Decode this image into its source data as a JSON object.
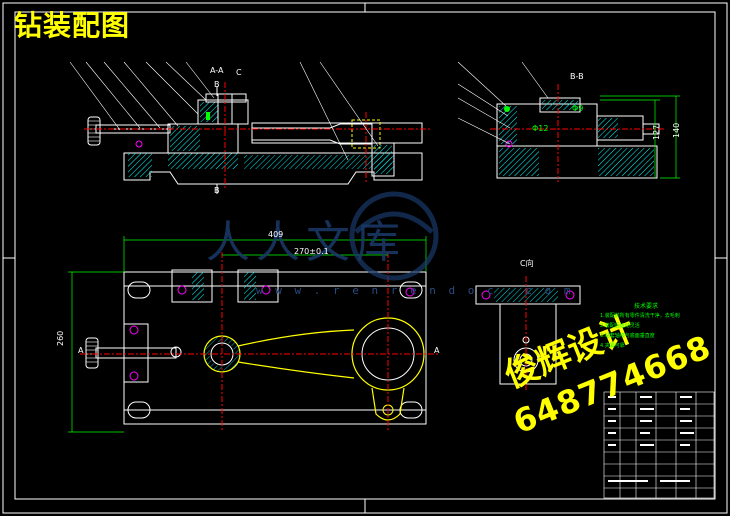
{
  "title": "钻装配图",
  "watermark": {
    "line1": "俊辉设计",
    "line2": "648774668",
    "logo": "人人文库",
    "url": "w w w . r e n r e n d o c . c o m"
  },
  "views": {
    "section_aa": "A-A",
    "section_bb": "B-B",
    "view_c": "C向",
    "marker_b_top": "B",
    "marker_b_bottom": "B",
    "marker_c": "C",
    "marker_a_left": "A",
    "marker_a_right": "A"
  },
  "dimensions": {
    "length_overall": "409",
    "length_inner": "270±0.1",
    "height_plan": "260",
    "height_bb_1": "127",
    "height_bb_2": "140",
    "bb_fit_1": "Φ12",
    "bb_fit_2": "Φ9"
  },
  "technical_requirements": {
    "title": "技术要求",
    "lines": [
      "1.装配前所有零件清洗干净，去毛刺",
      "2.装配后运动灵活",
      "3.钻套轴线与底面垂直度",
      "4.夹紧可靠"
    ]
  },
  "colors": {
    "background": "#000000",
    "outline": "#ffffff",
    "hatch": "#00ffff",
    "centerline": "#ff0000",
    "dimension": "#00ff00",
    "accent": "#ff00ff",
    "title": "#ffff00"
  }
}
